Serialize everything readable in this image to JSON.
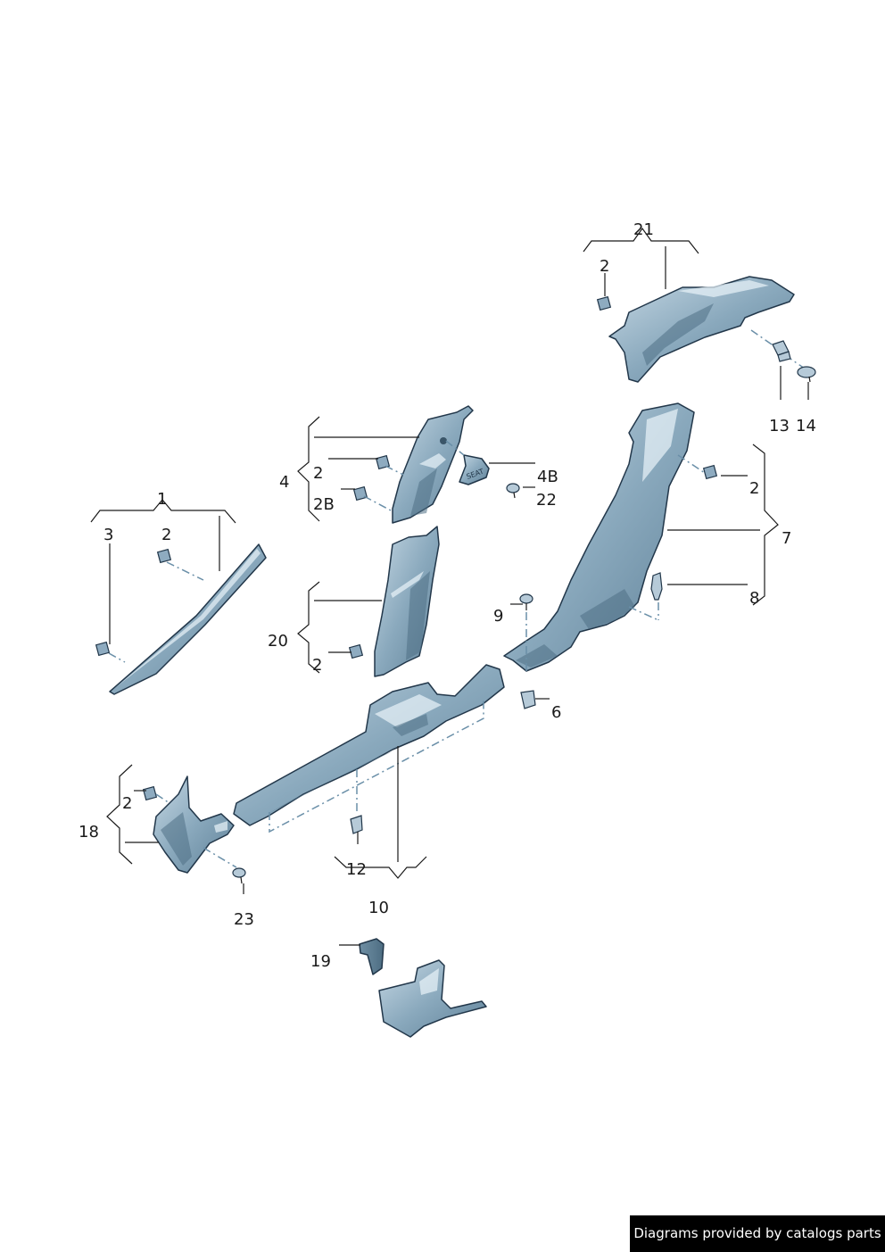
{
  "callouts": {
    "c1": "1",
    "c2": "2",
    "c2b": "2B",
    "c3": "3",
    "c4": "4",
    "c4b": "4B",
    "c6": "6",
    "c7": "7",
    "c8": "8",
    "c9": "9",
    "c10": "10",
    "c12": "12",
    "c13": "13",
    "c14": "14",
    "c18": "18",
    "c19": "19",
    "c20": "20",
    "c21": "21",
    "c22": "22",
    "c23": "23"
  },
  "watermark": {
    "text": "Diagrams provided by catalogs parts"
  },
  "colors": {
    "part_fill": "#8aa9bd",
    "part_stroke": "#22374a",
    "accent_dash": "#6a8fa8",
    "watermark_bg": "#000000"
  }
}
